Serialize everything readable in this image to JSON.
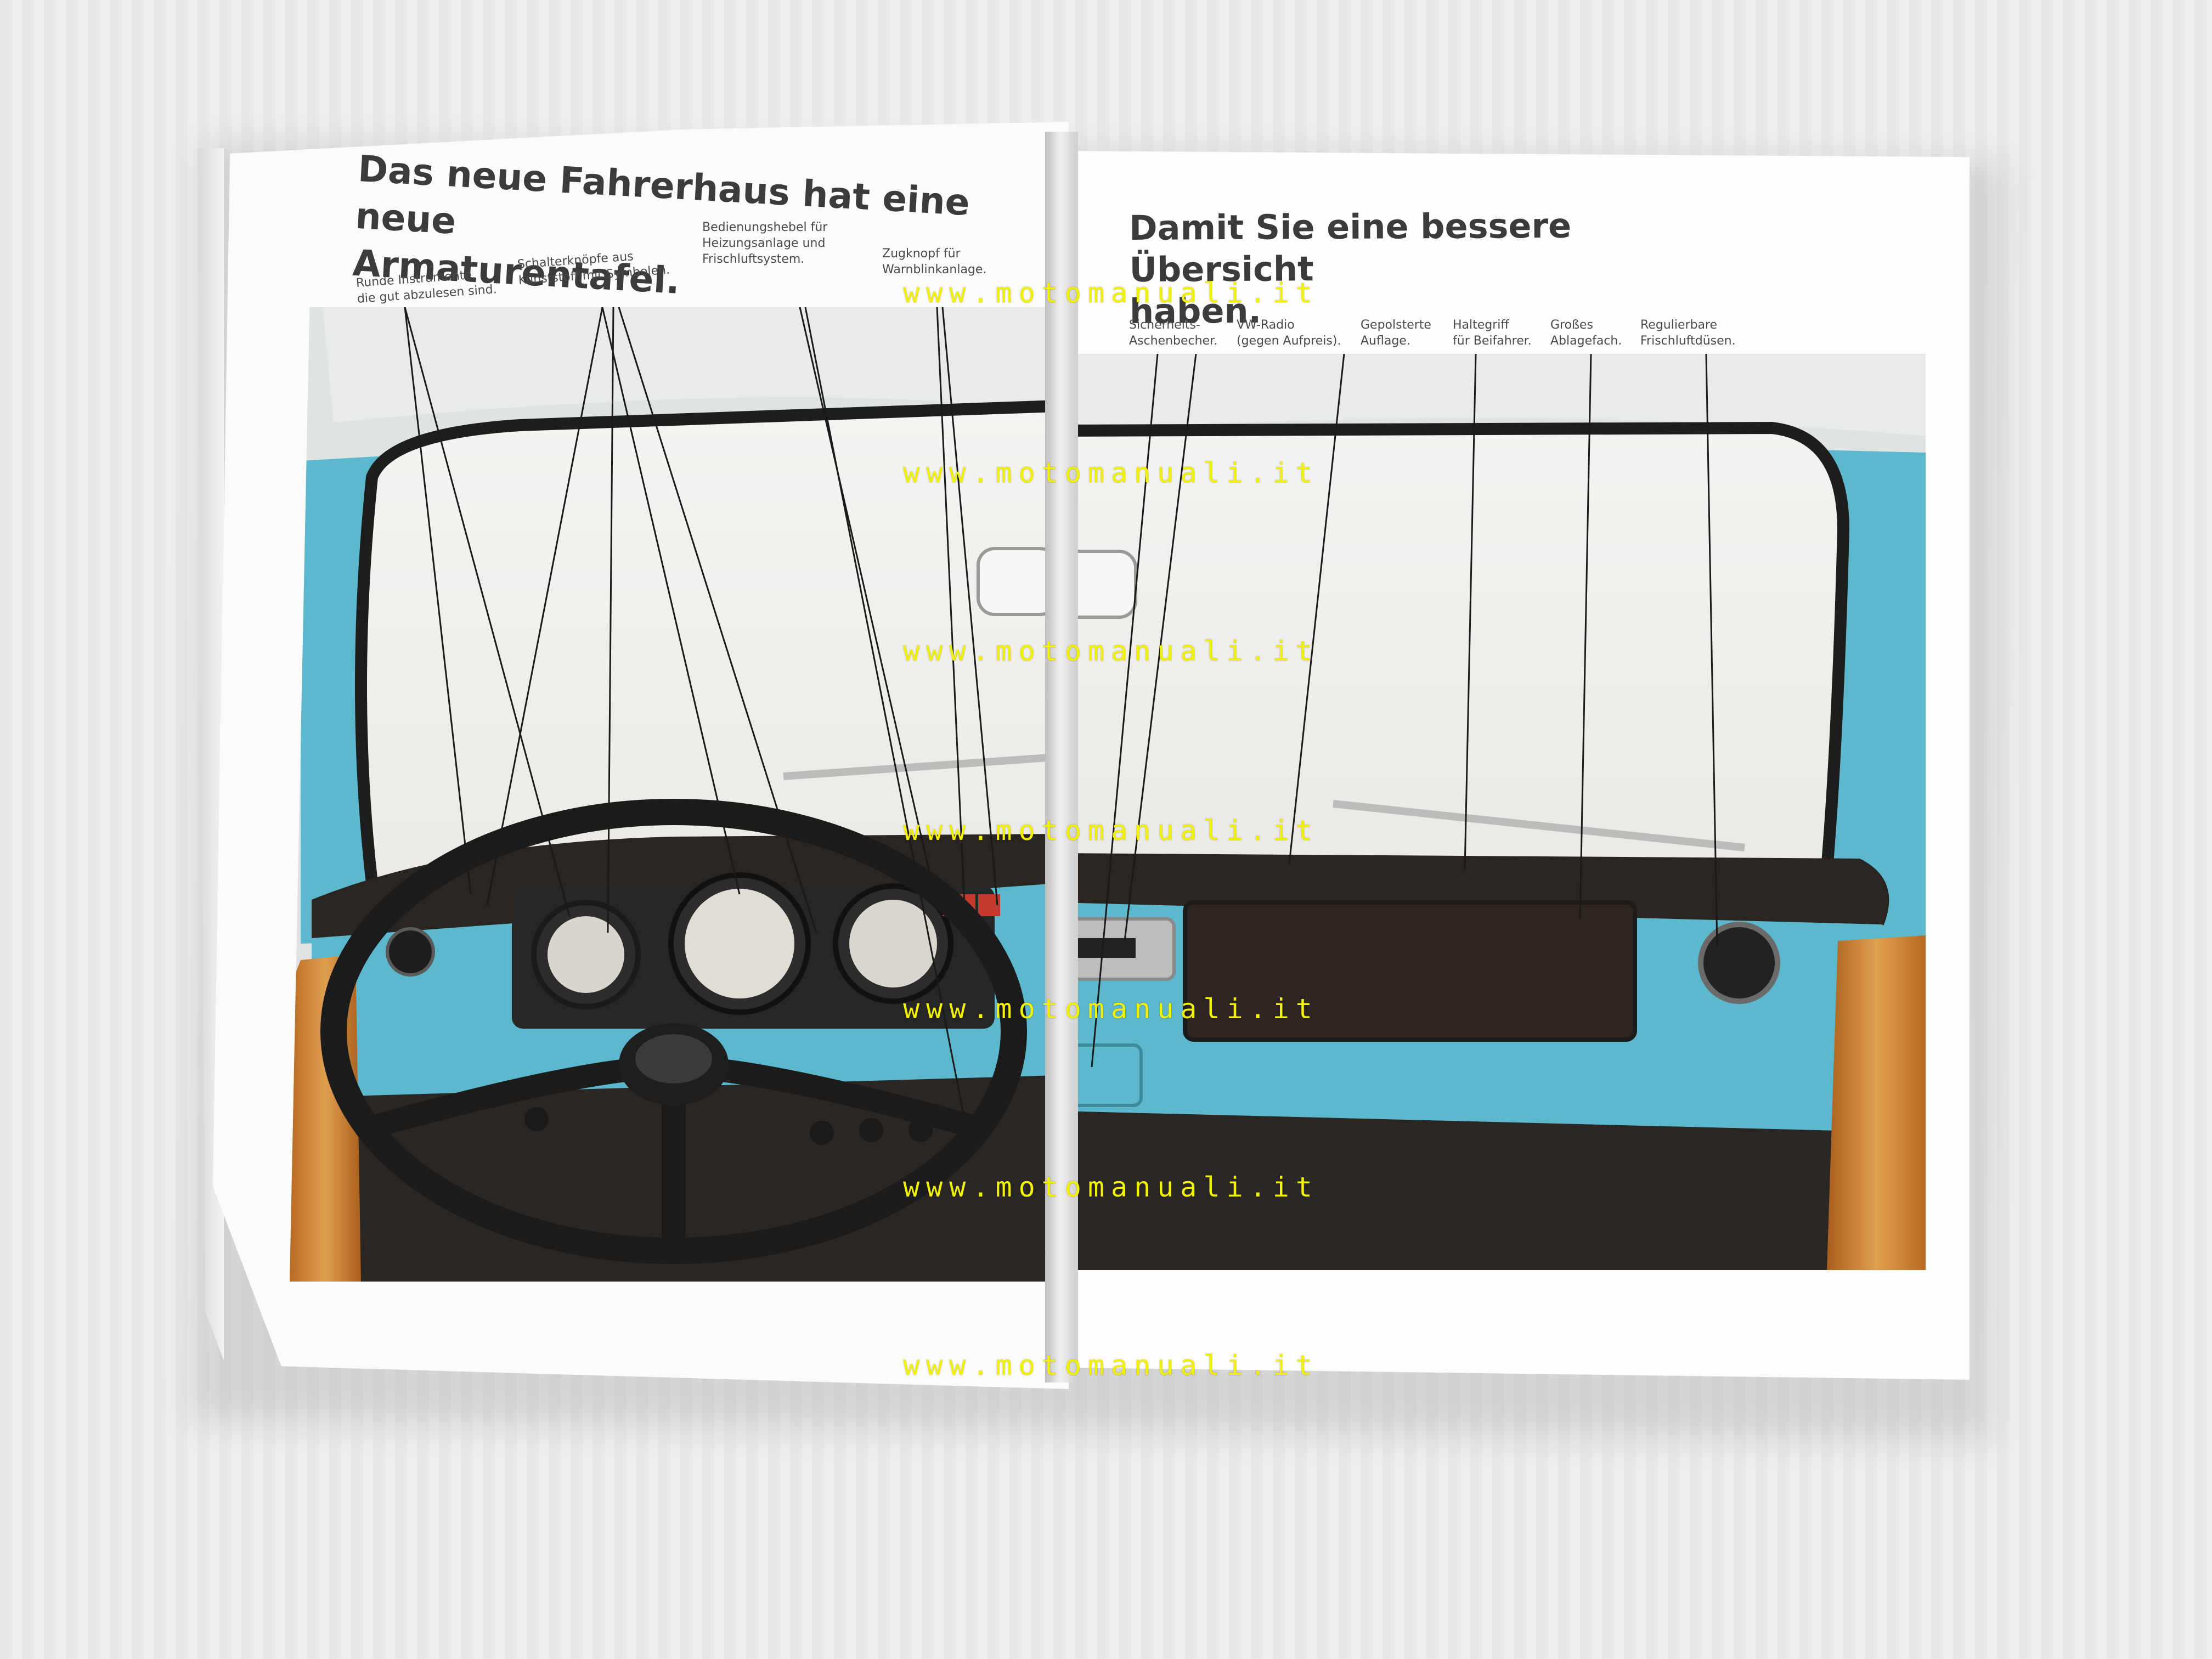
{
  "brochure": {
    "left_page": {
      "heading_line1": "Das neue Fahrerhaus hat eine neue",
      "heading_line2": "Armaturentafel.",
      "callouts": [
        "Runde Instrumente,\ndie gut abzulesen sind.",
        "Schalterknöpfe aus\nKunststoff mit Symbolen.",
        "Bedienungshebel für\nHeizungsanlage und\nFrischluftsystem.",
        "Zugknopf für\nWarnblinkanlage."
      ]
    },
    "right_page": {
      "heading_line1": "Damit Sie eine bessere Übersicht",
      "heading_line2": "haben.",
      "callouts": [
        "Sicherheits-\nAschenbecher.",
        "VW-Radio\n(gegen Aufpreis).",
        "Gepolsterte\nAuflage.",
        "Haltegriff\nfür Beifahrer.",
        "Großes\nAblagefach.",
        "Regulierbare\nFrischluftdüsen."
      ]
    },
    "colors": {
      "dashboard_blue": "#5cb8cc",
      "dash_pad": "#2b2522",
      "seat_tan": "#c97a2e",
      "watermark": "#f2f200"
    }
  },
  "watermarks": [
    "www.motomanuali.it",
    "www.motomanuali.it",
    "www.motomanuali.it",
    "www.motomanuali.it",
    "www.motomanuali.it",
    "www.motomanuali.it",
    "www.motomanuali.it"
  ]
}
